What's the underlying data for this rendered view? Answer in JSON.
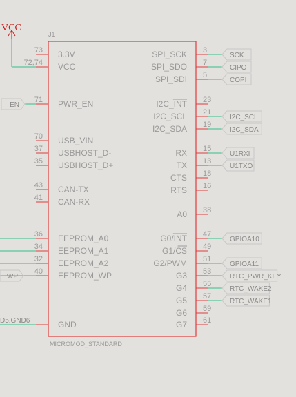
{
  "colors": {
    "background": "#e3e1dd",
    "body": "#e23b3b",
    "wire": "#2fbf8a",
    "power": "#cc1f1f",
    "text": "#9a9a9a",
    "net_box": "#c8c8c8"
  },
  "part": {
    "ref": "J1",
    "value": "MICROMOD_STANDARD"
  },
  "power_symbol": {
    "label": "VCC"
  },
  "left_pins": [
    {
      "num": "73",
      "name": "3.3V",
      "overbar": "",
      "net": ""
    },
    {
      "num": "72,74",
      "name": "VCC",
      "overbar": "",
      "net": ""
    },
    {
      "num": "71",
      "name": "PWR_EN",
      "overbar": "",
      "net": "EN"
    },
    {
      "num": "70",
      "name": "USB_VIN",
      "overbar": "",
      "net": ""
    },
    {
      "num": "37",
      "name": "USBHOST_D-",
      "overbar": "",
      "net": ""
    },
    {
      "num": "35",
      "name": "USBHOST_D+",
      "overbar": "",
      "net": ""
    },
    {
      "num": "43",
      "name": "CAN-TX",
      "overbar": "",
      "net": ""
    },
    {
      "num": "41",
      "name": "CAN-RX",
      "overbar": "",
      "net": ""
    },
    {
      "num": "36",
      "name": "EEPROM_A0",
      "overbar": "",
      "net": ""
    },
    {
      "num": "34",
      "name": "EEPROM_A1",
      "overbar": "",
      "net": ""
    },
    {
      "num": "32",
      "name": "EEPROM_A2",
      "overbar": "",
      "net": ""
    },
    {
      "num": "40",
      "name": "EEPROM_WP",
      "overbar": "",
      "net": "EWP"
    },
    {
      "num": "",
      "name": "GND",
      "overbar": "",
      "net": "D5.GND6"
    }
  ],
  "right_pins": [
    {
      "num": "3",
      "name": "SPI_SCK",
      "overbar": "",
      "net": "SCK",
      "net_overbar": ""
    },
    {
      "num": "7",
      "name": "SPI_SDO",
      "overbar": "",
      "net": "CIPO",
      "net_overbar": ""
    },
    {
      "num": "5",
      "name": "SPI_SDI",
      "overbar": "",
      "net": "COPI",
      "net_overbar": ""
    },
    {
      "num": "23",
      "name": "I2C_",
      "overbar": "INT",
      "net": "",
      "net_overbar": ""
    },
    {
      "num": "21",
      "name": "I2C_SCL",
      "overbar": "",
      "net": "I2C_SCL",
      "net_overbar": ""
    },
    {
      "num": "19",
      "name": "I2C_SDA",
      "overbar": "",
      "net": "I2C_SDA",
      "net_overbar": ""
    },
    {
      "num": "15",
      "name": "RX",
      "overbar": "",
      "net": "U1RXI",
      "net_overbar": ""
    },
    {
      "num": "13",
      "name": "TX",
      "overbar": "",
      "net": "U1TXO",
      "net_overbar": ""
    },
    {
      "num": "18",
      "name": "CTS",
      "overbar": "",
      "net": "",
      "net_overbar": ""
    },
    {
      "num": "16",
      "name": "RTS",
      "overbar": "",
      "net": "",
      "net_overbar": ""
    },
    {
      "num": "38",
      "name": "A0",
      "overbar": "",
      "net": "",
      "net_overbar": ""
    },
    {
      "num": "47",
      "name": "G0/",
      "overbar": "INT",
      "net": "GPIOA10",
      "net_overbar": ""
    },
    {
      "num": "49",
      "name": "G1/",
      "overbar": "CS",
      "net": "",
      "net_overbar": "CS"
    },
    {
      "num": "51",
      "name": "G2/PWM",
      "overbar": "",
      "net": "GPIOA11",
      "net_overbar": ""
    },
    {
      "num": "53",
      "name": "G3",
      "overbar": "",
      "net": "RTC_PWR_KEY",
      "net_overbar": ""
    },
    {
      "num": "55",
      "name": "G4",
      "overbar": "",
      "net": "RTC_WAKE2",
      "net_overbar": ""
    },
    {
      "num": "57",
      "name": "G5",
      "overbar": "",
      "net": "RTC_WAKE1",
      "net_overbar": ""
    },
    {
      "num": "59",
      "name": "G6",
      "overbar": "",
      "net": "",
      "net_overbar": ""
    },
    {
      "num": "61",
      "name": "G7",
      "overbar": "",
      "net": "",
      "net_overbar": ""
    }
  ]
}
